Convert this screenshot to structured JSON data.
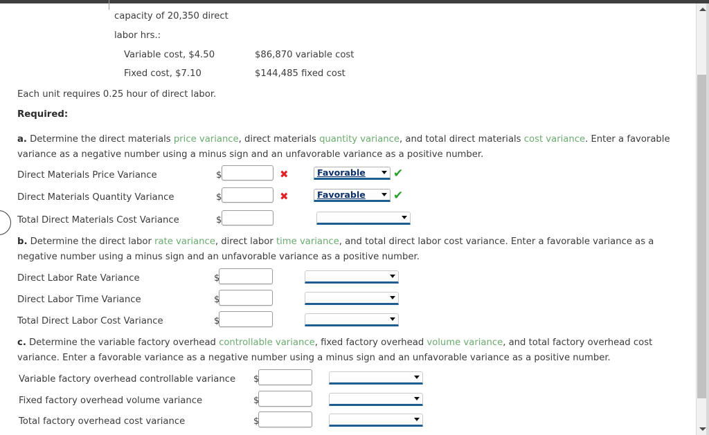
{
  "problem": {
    "lines": [
      {
        "text": "capacity of 20,350 direct",
        "indent": "outer"
      },
      {
        "text": "labor hrs.:",
        "indent": "outer"
      }
    ],
    "cost_rows": [
      {
        "left": "Variable cost, $4.50",
        "right": "$86,870 variable cost"
      },
      {
        "left": "Fixed cost, $7.10",
        "right": "$144,485 fixed cost"
      }
    ],
    "note": "Each unit requires 0.25 hour of direct labor."
  },
  "required_heading": "Required:",
  "sections": [
    {
      "id": "a",
      "letter": "a.",
      "prompt_parts": [
        {
          "t": "Determine the direct materials ",
          "link": false
        },
        {
          "t": "price variance",
          "link": true
        },
        {
          "t": ", direct materials ",
          "link": false
        },
        {
          "t": "quantity variance",
          "link": true
        },
        {
          "t": ", and total direct materials ",
          "link": false
        },
        {
          "t": "cost variance",
          "link": true
        },
        {
          "t": ". Enter a favorable variance as a negative number using a minus sign and an unfavorable variance as a positive number.",
          "link": false
        }
      ],
      "rows": [
        {
          "label": "Direct Materials Price Variance",
          "currency": "$",
          "value": "",
          "placeholder": "",
          "mark": "x",
          "mark_glyph": "✖",
          "select_value": "Favorable",
          "select_mark": "ok",
          "select_mark_glyph": "✔"
        },
        {
          "label": "Direct Materials Quantity Variance",
          "currency": "$",
          "value": "",
          "placeholder": "",
          "mark": "x",
          "mark_glyph": "✖",
          "select_value": "Favorable",
          "select_mark": "ok",
          "select_mark_glyph": "✔"
        },
        {
          "label": "Total Direct Materials Cost Variance",
          "currency": "$",
          "value": "",
          "placeholder": "",
          "mark": "",
          "mark_glyph": "",
          "select_value": "",
          "select_mark": "",
          "select_mark_glyph": ""
        }
      ]
    },
    {
      "id": "b",
      "letter": "b.",
      "prompt_parts": [
        {
          "t": "Determine the direct labor ",
          "link": false
        },
        {
          "t": "rate variance",
          "link": true
        },
        {
          "t": ", direct labor ",
          "link": false
        },
        {
          "t": "time variance",
          "link": true
        },
        {
          "t": ", and total direct labor cost variance. Enter a favorable variance as a negative number using a minus sign and an unfavorable variance as a positive number.",
          "link": false
        }
      ],
      "rows": [
        {
          "label": "Direct Labor Rate Variance",
          "currency": "$",
          "value": "",
          "placeholder": "",
          "select_value": ""
        },
        {
          "label": "Direct Labor Time Variance",
          "currency": "$",
          "value": "",
          "placeholder": "",
          "select_value": ""
        },
        {
          "label": "Total Direct Labor Cost Variance",
          "currency": "$",
          "value": "",
          "placeholder": "",
          "select_value": ""
        }
      ]
    },
    {
      "id": "c",
      "letter": "c.",
      "prompt_parts": [
        {
          "t": "Determine the variable factory overhead ",
          "link": false
        },
        {
          "t": "controllable variance",
          "link": true
        },
        {
          "t": ", fixed factory overhead ",
          "link": false
        },
        {
          "t": "volume variance",
          "link": true
        },
        {
          "t": ", and total factory overhead cost variance. Enter a favorable variance as a negative number using a minus sign and an unfavorable variance as a positive number.",
          "link": false
        }
      ],
      "rows": [
        {
          "label": "Variable factory overhead controllable variance",
          "currency": "$",
          "value": "",
          "placeholder": "",
          "select_value": ""
        },
        {
          "label": "Fixed factory overhead volume variance",
          "currency": "$",
          "value": "",
          "placeholder": "",
          "select_value": ""
        },
        {
          "label": "Total factory overhead cost variance",
          "currency": "$",
          "value": "",
          "placeholder": "",
          "select_value": ""
        }
      ]
    }
  ],
  "scrollbar": {
    "up_icon": "triangle-up-icon",
    "down_icon": "triangle-down-icon"
  },
  "colors": {
    "link_green": "#6aab6f",
    "select_underline": "#1f5c8f",
    "select_text": "#0a2f6b",
    "mark_x": "#e2222b",
    "mark_ok": "#2aa02a",
    "text": "#3c3c3c"
  }
}
